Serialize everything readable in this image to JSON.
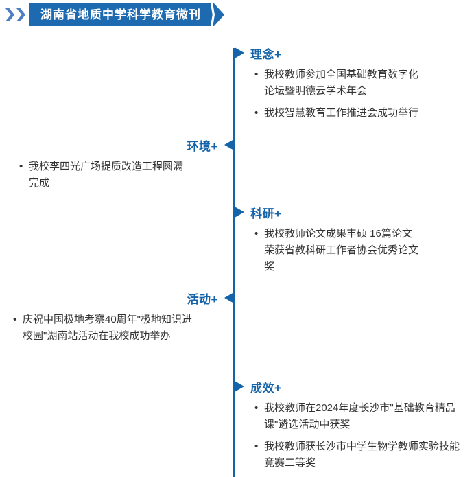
{
  "header": {
    "title": "湖南省地质中学科学教育微刊"
  },
  "colors": {
    "banner_bg": "#1d6ab0",
    "accent": "#1563a9",
    "icon_blue": "#4d7fc0",
    "text": "#333333"
  },
  "sections": [
    {
      "label": "理念+",
      "side": "right",
      "items": [
        "我校教师参加全国基础教育数字化\n论坛暨明德云学术年会",
        "我校智慧教育工作推进会成功举行"
      ]
    },
    {
      "label": "环境+",
      "side": "left",
      "items": [
        "我校李四光广场提质改造工程圆满\n完成"
      ]
    },
    {
      "label": "科研+",
      "side": "right",
      "items": [
        "我校教师论文成果丰硕 16篇论文\n荣获省教科研工作者协会优秀论文\n奖"
      ]
    },
    {
      "label": "活动+",
      "side": "left",
      "items": [
        "庆祝中国极地考察40周年\"极地知识进\n校园\"湖南站活动在我校成功举办"
      ]
    },
    {
      "label": "成效+",
      "side": "right",
      "items": [
        "我校教师在2024年度长沙市\"基础教育精品\n课\"遴选活动中获奖",
        "我校教师获长沙市中学生物学教师实验技能\n竞赛二等奖"
      ]
    }
  ]
}
